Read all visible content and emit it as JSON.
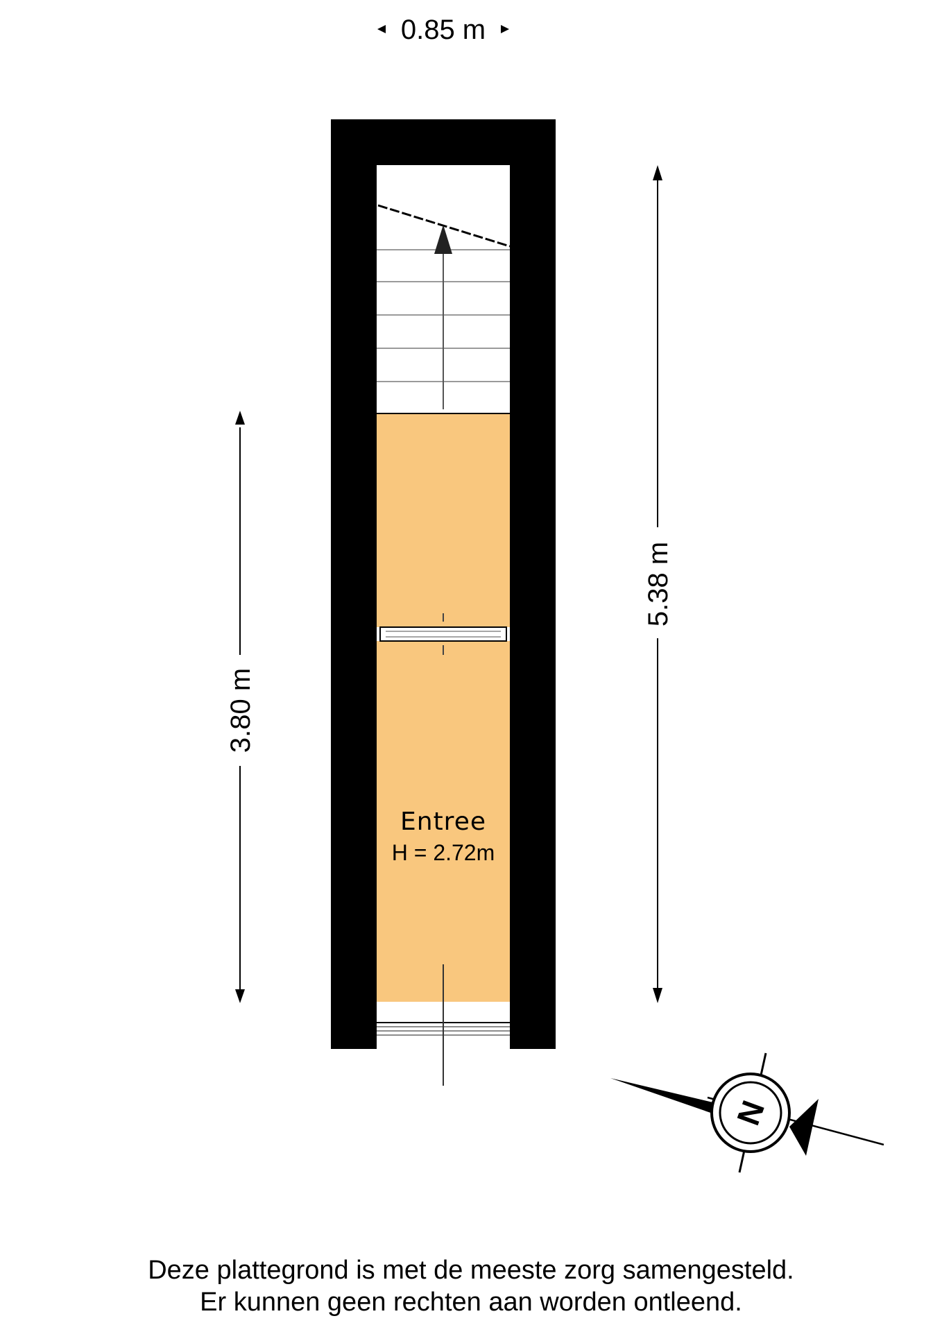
{
  "floorplan": {
    "dimensions": {
      "width_top": "0.85 m",
      "height_left": "3.80 m",
      "height_right": "5.38 m"
    },
    "room": {
      "name": "Entree",
      "height": "H = 2.72m"
    },
    "compass": {
      "label": "N"
    },
    "colors": {
      "wall": "#000000",
      "room_fill": "#F9C77E",
      "background": "#FFFFFF"
    }
  },
  "disclaimer": {
    "line1": "Deze plattegrond is met de meeste zorg samengesteld.",
    "line2": "Er kunnen geen rechten aan worden ontleend."
  }
}
